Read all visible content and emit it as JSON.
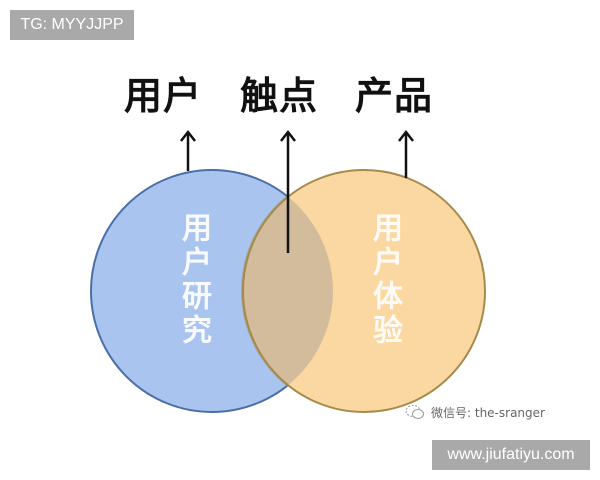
{
  "watermark_top": {
    "text": "TG: MYYJJPP"
  },
  "headings": {
    "user": "用户",
    "touchpoint": "触点",
    "product": "产品"
  },
  "venn": {
    "left_circle": {
      "label": "用户研究",
      "fill": "#a9c4ef",
      "stroke": "#4a6ea8"
    },
    "right_circle": {
      "label": "用户体验",
      "fill": "#fbd8a1",
      "stroke": "#a68a4c"
    },
    "overlap": {
      "fill": "#d3bc9c"
    }
  },
  "arrows": [
    {
      "points_to": "用户",
      "from": "left-circle-top"
    },
    {
      "points_to": "触点",
      "from": "overlap"
    },
    {
      "points_to": "产品",
      "from": "right-circle-top"
    }
  ],
  "wechat_credit": {
    "icon": "wechat-icon",
    "text": "微信号: the-sranger"
  },
  "watermark_bottom": {
    "text": "www.jiufatiyu.com"
  }
}
